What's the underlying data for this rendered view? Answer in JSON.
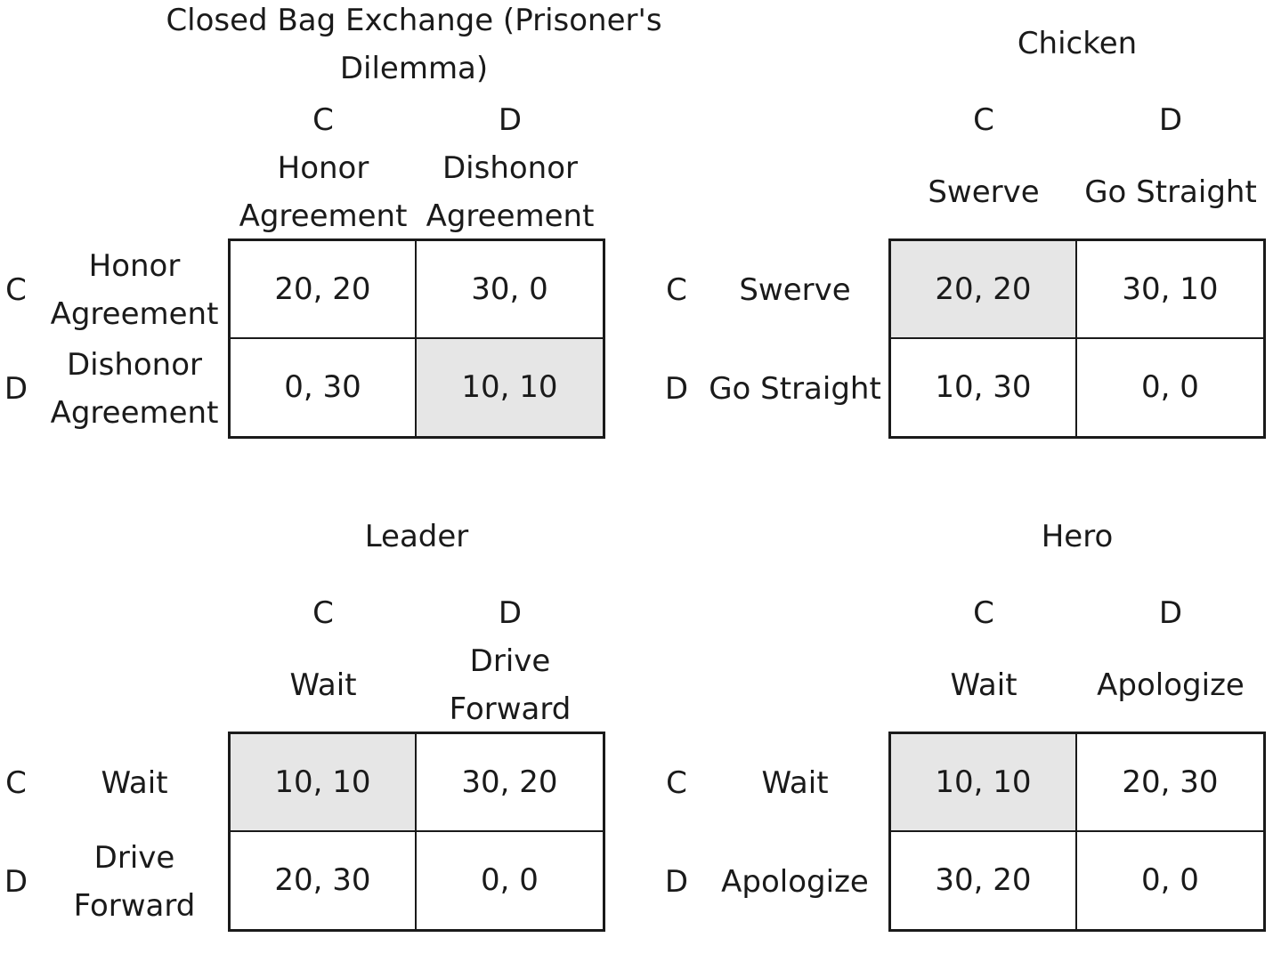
{
  "games": [
    {
      "title": "Closed Bag Exchange (Prisoner's Dilemma)",
      "col_letters": [
        "C",
        "D"
      ],
      "col_labels": [
        "Honor Agreement",
        "Dishonor Agreement"
      ],
      "row_letters": [
        "C",
        "D"
      ],
      "row_labels": [
        "Honor Agreement",
        "Dishonor Agreement"
      ],
      "payoffs": [
        [
          "20, 20",
          "30, 0"
        ],
        [
          "0, 30",
          "10, 10"
        ]
      ],
      "equilibrium": [
        [
          false,
          false
        ],
        [
          false,
          true
        ]
      ],
      "highlight_color": "#e6e6e6"
    },
    {
      "title": "Chicken",
      "col_letters": [
        "C",
        "D"
      ],
      "col_labels": [
        "Swerve",
        "Go Straight"
      ],
      "row_letters": [
        "C",
        "D"
      ],
      "row_labels": [
        "Swerve",
        "Go Straight"
      ],
      "payoffs": [
        [
          "20, 20",
          "30, 10"
        ],
        [
          "10, 30",
          "0, 0"
        ]
      ],
      "equilibrium": [
        [
          true,
          false
        ],
        [
          false,
          false
        ]
      ],
      "highlight_color": "#e6e6e6"
    },
    {
      "title": "Leader",
      "col_letters": [
        "C",
        "D"
      ],
      "col_labels": [
        "Wait",
        "Drive Forward"
      ],
      "row_letters": [
        "C",
        "D"
      ],
      "row_labels": [
        "Wait",
        "Drive Forward"
      ],
      "payoffs": [
        [
          "10, 10",
          "30, 20"
        ],
        [
          "20, 30",
          "0, 0"
        ]
      ],
      "equilibrium": [
        [
          true,
          false
        ],
        [
          false,
          false
        ]
      ],
      "highlight_color": "#e6e6e6"
    },
    {
      "title": "Hero",
      "col_letters": [
        "C",
        "D"
      ],
      "col_labels": [
        "Wait",
        "Apologize"
      ],
      "row_letters": [
        "C",
        "D"
      ],
      "row_labels": [
        "Wait",
        "Apologize"
      ],
      "payoffs": [
        [
          "10, 10",
          "20, 30"
        ],
        [
          "30, 20",
          "0, 0"
        ]
      ],
      "equilibrium": [
        [
          true,
          false
        ],
        [
          false,
          false
        ]
      ],
      "highlight_color": "#e6e6e6"
    }
  ]
}
